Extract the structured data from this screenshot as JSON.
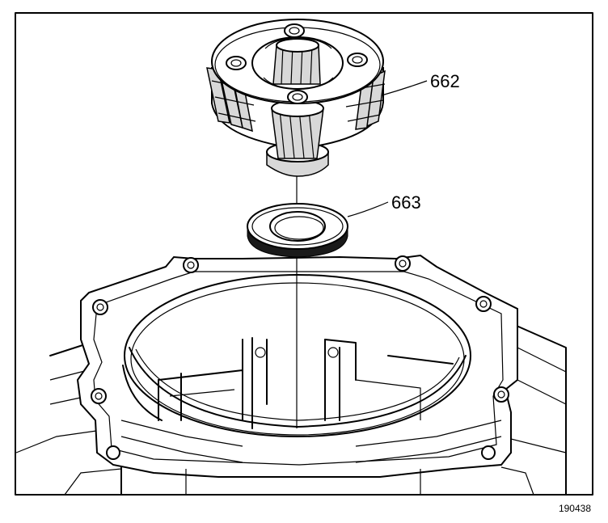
{
  "callouts": [
    {
      "label": "662"
    },
    {
      "label": "663"
    }
  ],
  "figure_number": "190438",
  "icons": [
    "planetary-carrier-icon",
    "thrust-washer-icon",
    "transmission-case-icon"
  ]
}
